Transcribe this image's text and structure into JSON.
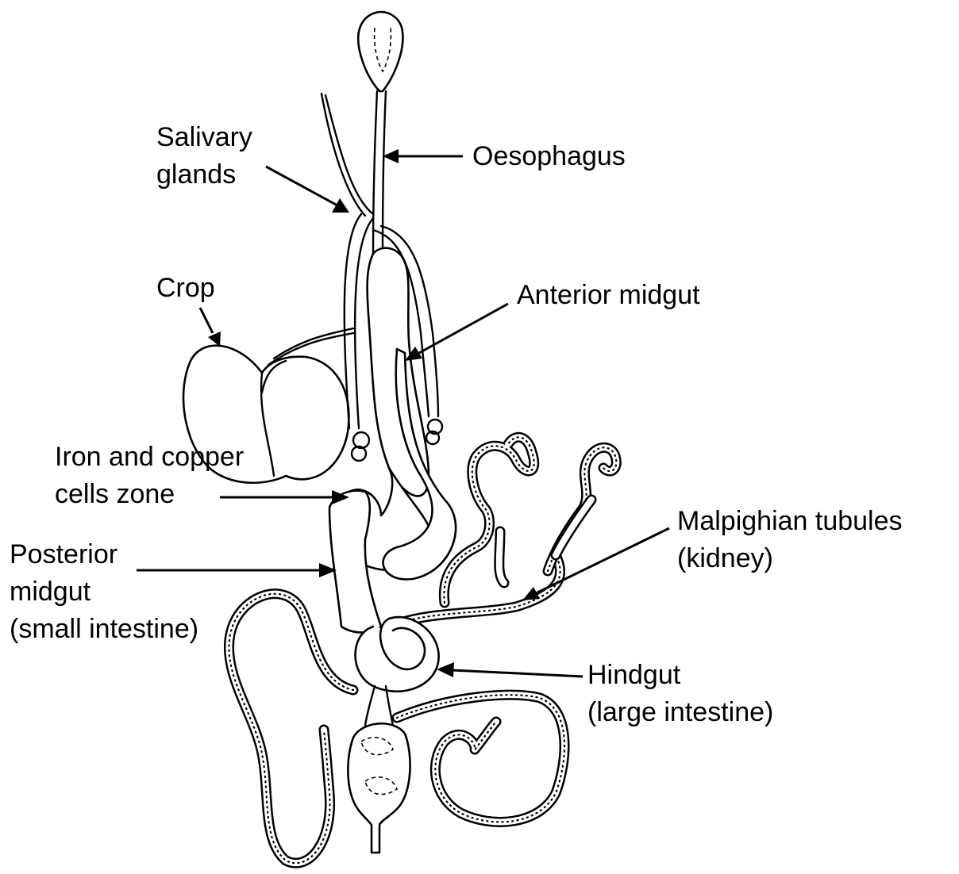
{
  "labels": {
    "salivary_glands": [
      "Salivary",
      "glands"
    ],
    "oesophagus": "Oesophagus",
    "crop": "Crop",
    "anterior_midgut": "Anterior midgut",
    "iron_copper": [
      "Iron and copper",
      "cells zone"
    ],
    "malpighian": [
      "Malpighian tubules",
      "(kidney)"
    ],
    "posterior_midgut": [
      "Posterior",
      "midgut",
      "(small intestine)"
    ],
    "hindgut": [
      "Hindgut",
      "(large intestine)"
    ]
  },
  "colors": {
    "ink": "#000000",
    "background": "#ffffff"
  }
}
